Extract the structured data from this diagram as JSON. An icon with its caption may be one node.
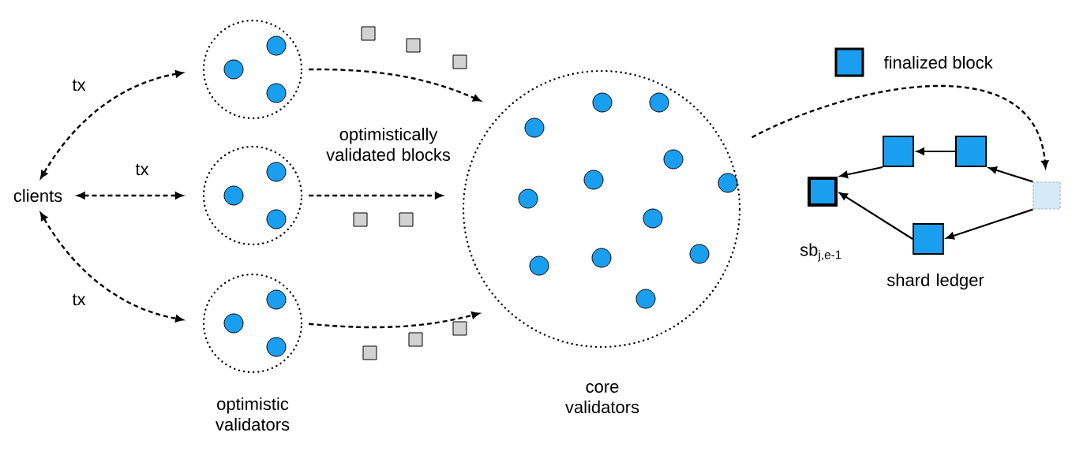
{
  "diagram": {
    "nodes": [
      {
        "text": [
          "clients"
        ]
      },
      {
        "text": [],
        "shape": "circle"
      },
      {
        "text": [],
        "shape": "circle"
      },
      {
        "text": [],
        "shape": "circle"
      },
      {
        "text": [],
        "shape": "circle",
        "beside": [
          "core validators"
        ]
      },
      {
        "text": [],
        "shape": "box",
        "beside": [
          "sb$_{j,e-1}$"
        ]
      },
      {
        "text": [],
        "shape": "box"
      },
      {
        "text": [],
        "shape": "box"
      },
      {
        "text": [],
        "shape": "box"
      },
      {
        "text": [],
        "shape": "box"
      }
    ],
    "edges": [
      {
        "from": 0,
        "to": 1,
        "arrow": "both",
        "label": "tx",
        "style": "dashed"
      },
      {
        "from": 0,
        "to": 2,
        "arrow": "both",
        "label": "tx",
        "style": "dashed"
      },
      {
        "from": 0,
        "to": 3,
        "arrow": "both",
        "label": "tx",
        "style": "dashed"
      },
      {
        "from": 1,
        "to": 4,
        "arrow": "to",
        "style": "dashed"
      },
      {
        "from": 2,
        "to": 4,
        "arrow": "to",
        "label": "optimistically validated blocks",
        "style": "dashed"
      },
      {
        "from": 3,
        "to": 4,
        "arrow": "to",
        "style": "dashed"
      },
      {
        "from": 4,
        "to": 9,
        "arrow": "to",
        "style": "dashed"
      },
      {
        "from": 7,
        "to": 6,
        "arrow": "to"
      },
      {
        "from": 6,
        "to": 5,
        "arrow": "to"
      },
      {
        "from": 9,
        "to": 7,
        "arrow": "to"
      },
      {
        "from": 9,
        "to": 8,
        "arrow": "to"
      },
      {
        "from": 8,
        "to": 5,
        "arrow": "to"
      }
    ],
    "labels": [
      "optimistic validators",
      "shard ledger"
    ],
    "legend": [
      {
        "text": "finalized block",
        "color": "#1a9ff0"
      }
    ]
  }
}
